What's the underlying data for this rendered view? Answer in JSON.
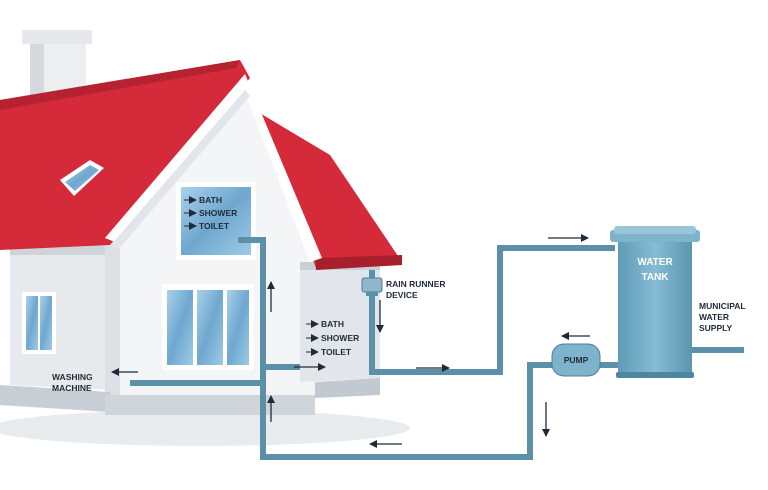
{
  "labels": {
    "upper_fixtures": [
      "BATH",
      "SHOWER",
      "TOILET"
    ],
    "lower_fixtures": [
      "BATH",
      "SHOWER",
      "TOILET"
    ],
    "washing_machine": [
      "WASHING",
      "MACHINE"
    ],
    "rain_runner": [
      "RAIN RUNNER",
      "DEVICE"
    ],
    "water_tank": [
      "WATER",
      "TANK"
    ],
    "pump": "PUMP",
    "municipal": [
      "MUNICIPAL",
      "WATER",
      "SUPPLY"
    ]
  },
  "colors": {
    "roof": "#d42a3a",
    "roof_dark": "#a81f2c",
    "wall": "#f3f4f6",
    "wall_shade": "#d9dde2",
    "window_glass": "#7fb3d5",
    "pipe": "#5c8fa8",
    "pipe_dark": "#3f6f88",
    "tank": "#6fa8c2",
    "arrow": "#1f2b38"
  }
}
